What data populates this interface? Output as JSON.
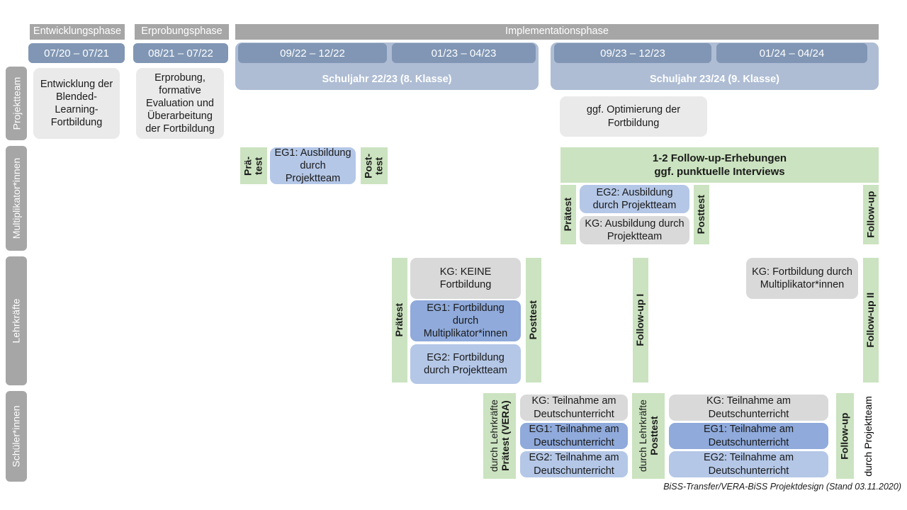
{
  "diagram": {
    "title": "BiSS-Transfer/VERA-BiSS Projektdesign",
    "footer": "BiSS-Transfer/VERA-BiSS Projektdesign (Stand 03.11.2020)",
    "colors": {
      "header_gray": "#a6a6a6",
      "date_blue": "#8096b4",
      "schuljahr_blue": "#aebdd4",
      "neutral_box": "#eaeaea",
      "kg_gray": "#d9d9d9",
      "eg1_blue": "#8faadb",
      "eg2_blue": "#b4c7e7",
      "test_green": "#cbe3c0"
    }
  },
  "phases": [
    {
      "label": "Entwicklungsphase"
    },
    {
      "label": "Erprobungsphase"
    },
    {
      "label": "Implementationsphase"
    }
  ],
  "periods": [
    {
      "label": "07/20 – 07/21"
    },
    {
      "label": "08/21 – 07/22"
    },
    {
      "label": "09/22 – 12/22"
    },
    {
      "label": "01/23 – 04/23"
    },
    {
      "label": "09/23 – 12/23"
    },
    {
      "label": "01/24 – 04/24"
    }
  ],
  "school_years": [
    {
      "label": "Schuljahr 22/23 (8. Klasse)"
    },
    {
      "label": "Schuljahr 23/24 (9. Klasse)"
    }
  ],
  "roles": [
    {
      "label": "Projektteam"
    },
    {
      "label": "Multiplikator*innen"
    },
    {
      "label": "Lehrkräfte"
    },
    {
      "label": "Schüler*innen"
    }
  ],
  "projektteam": {
    "entwicklung": "Entwicklung der Blended-Learning-Fortbildung",
    "erprobung": "Erprobung, formative Evaluation und Überarbeitung der Fortbildung",
    "optimierung": "ggf. Optimierung der Fortbildung"
  },
  "multiplikatoren": {
    "praetest_short_line1": "Prä-",
    "praetest_short_line2": "test",
    "eg1": "EG1: Ausbildung durch Projektteam",
    "posttest_short_line1": "Post-",
    "posttest_short_line2": "test",
    "banner_line1": "1-2 Follow-up-Erhebungen",
    "banner_line2": "ggf. punktuelle Interviews",
    "praetest": "Prätest",
    "eg2": "EG2: Ausbildung durch Projektteam",
    "kg": "KG: Ausbildung durch Projektteam",
    "posttest": "Posttest",
    "followup": "Follow-up"
  },
  "lehrkraefte": {
    "praetest": "Prätest",
    "kg": "KG:  KEINE Fortbildung",
    "eg1": "EG1: Fortbildung durch Multiplikator*innen",
    "eg2": "EG2: Fortbildung durch Projektteam",
    "posttest": "Posttest",
    "followup1": "Follow-up I",
    "kg_right": "KG: Fortbildung durch Multiplikator*innen",
    "followup2": "Follow-up II"
  },
  "schueler": {
    "praetest_main": "Prätest (VERA)",
    "praetest_sub": "durch Lehrkräfte",
    "kg_left": "KG: Teilnahme am Deutschunterricht",
    "eg1_left": "EG1: Teilnahme am Deutschunterricht",
    "eg2_left": "EG2: Teilnahme am Deutschunterricht",
    "posttest_main": "Posttest",
    "posttest_sub": "durch Lehrkräfte",
    "kg_right": "KG: Teilnahme am Deutschunterricht",
    "eg1_right": "EG1: Teilnahme am Deutschunterricht",
    "eg2_right": "EG2: Teilnahme am Deutschunterricht",
    "followup_main": "Follow-up",
    "followup_sub": "durch Projektteam"
  }
}
